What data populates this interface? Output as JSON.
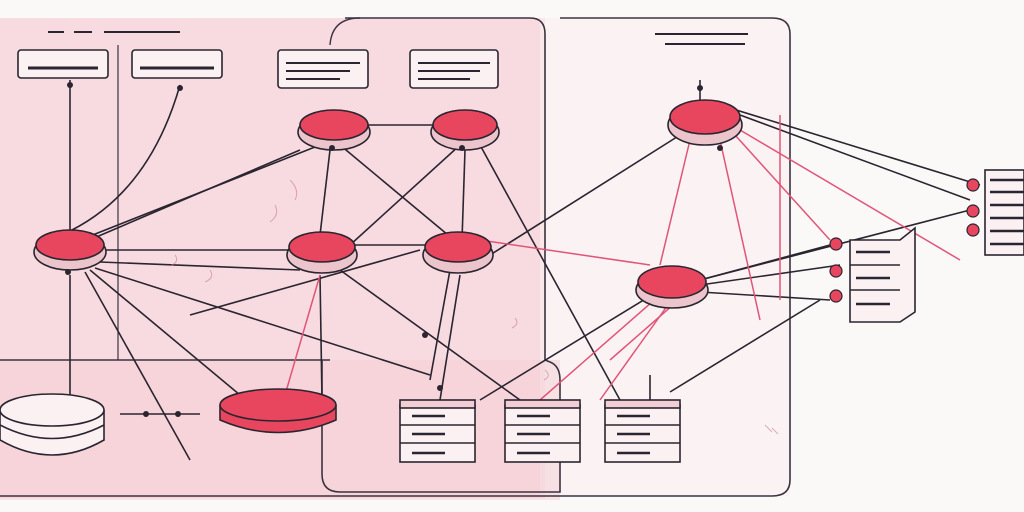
{
  "colors": {
    "background": "#fbf8f8",
    "zone_fill": "#f7d6dc",
    "node_red": "#e8465f",
    "node_rim": "#ecc4cc",
    "ink": "#2a2530",
    "accent_line": "#e05577"
  },
  "diagram": {
    "style": "hand-drawn network topology illustration",
    "label_blocks": [
      "label-bar",
      "label-bar",
      "label-bar",
      "label-bar"
    ],
    "storage_racks": 3,
    "router_nodes": 7,
    "database_cylinders": 2,
    "external_endpoints": 6
  }
}
